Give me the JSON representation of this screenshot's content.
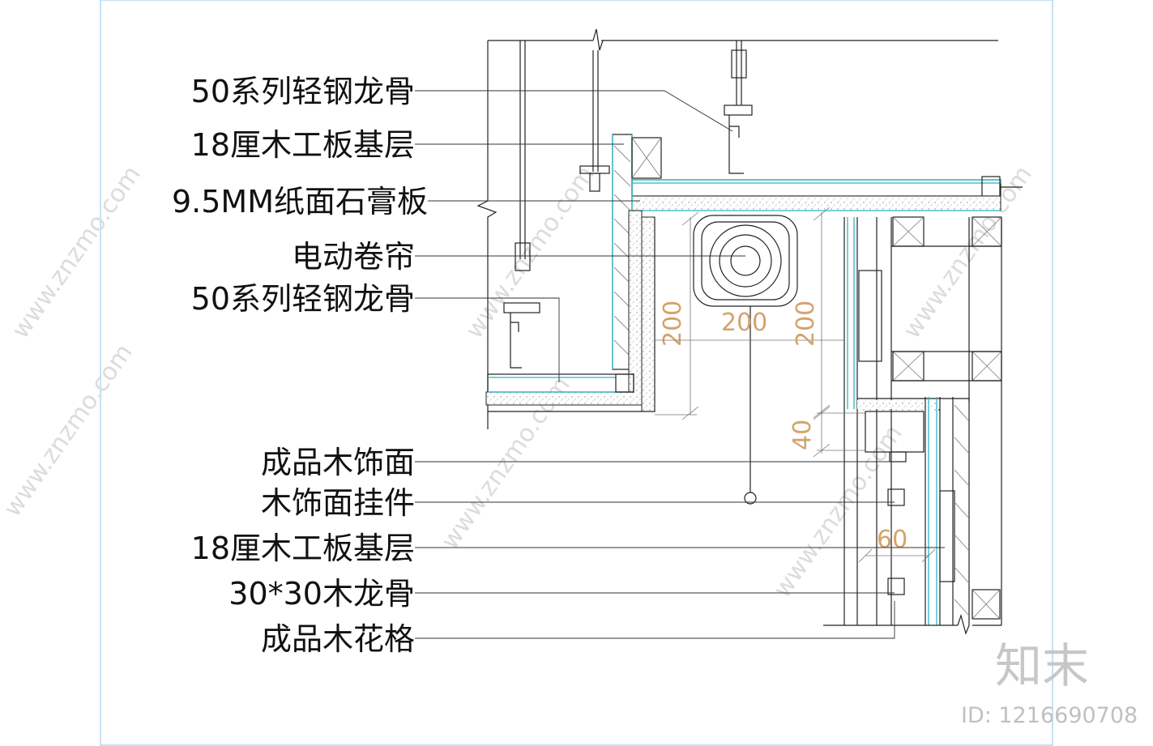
{
  "labels": {
    "l1": "50系列轻钢龙骨",
    "l2": "18厘木工板基层",
    "l3": "9.5MM纸面石膏板",
    "l4": "电动卷帘",
    "l5": "50系列轻钢龙骨",
    "l6": "成品木饰面",
    "l7": "木饰面挂件",
    "l8": "18厘木工板基层",
    "l9": "30*30木龙骨",
    "l10": "成品木花格"
  },
  "dimensions": {
    "d_box_height": "200",
    "d_box_width": "200",
    "d_box_height_right": "200",
    "d_gap": "40",
    "d_lower": "60"
  },
  "watermark": {
    "site": "www.znzmo.com",
    "brand": "知末",
    "id": "ID: 1216690708"
  },
  "colors": {
    "line": "#222222",
    "cyan": "#29b8c8",
    "dimension": "#d4a36b",
    "frame": "#9ad0e8"
  }
}
